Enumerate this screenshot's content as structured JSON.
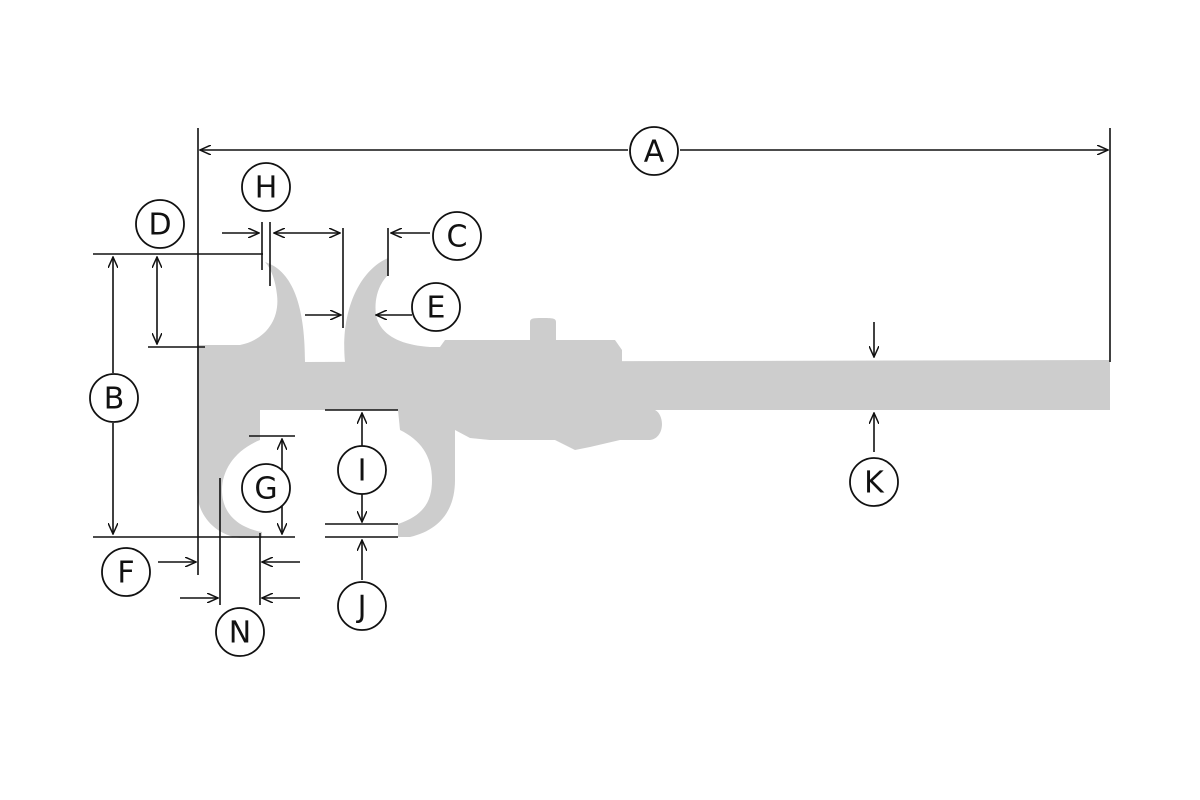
{
  "diagram": {
    "subject": "caliper",
    "colors": {
      "body": "#cdcdcd",
      "lines": "#111111"
    },
    "labels": {
      "A": "A",
      "B": "B",
      "C": "C",
      "D": "D",
      "E": "E",
      "F": "F",
      "G": "G",
      "H": "H",
      "I": "I",
      "J": "J",
      "K": "K",
      "N": "N"
    }
  }
}
